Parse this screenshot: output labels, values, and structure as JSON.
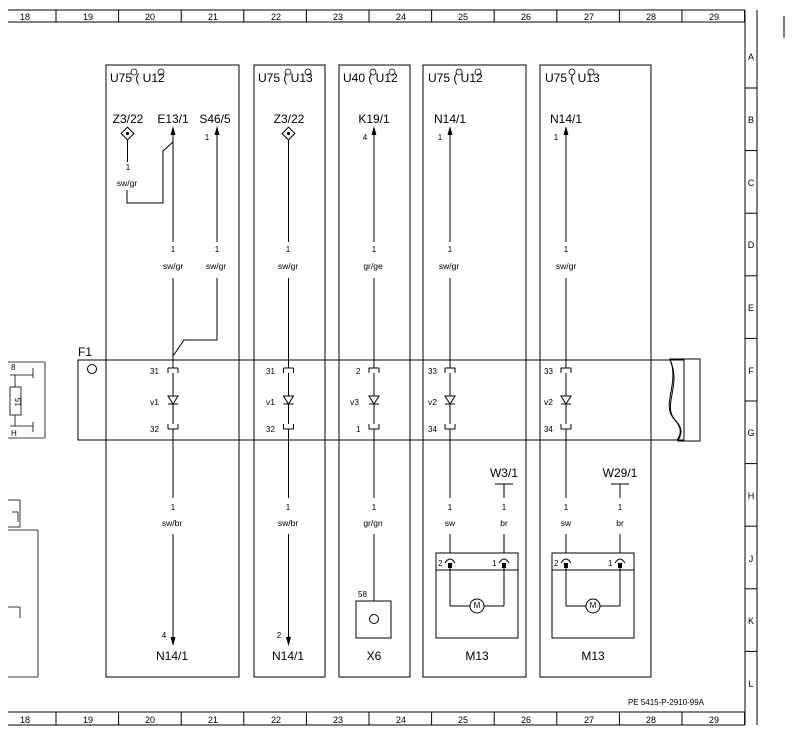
{
  "columns": [
    "18",
    "19",
    "20",
    "21",
    "22",
    "23",
    "24",
    "25",
    "26",
    "27",
    "28",
    "29"
  ],
  "rows": [
    "A",
    "B",
    "C",
    "D",
    "E",
    "F",
    "G",
    "H",
    "J",
    "K",
    "L"
  ],
  "doc_id": "PE 5415-P-2910-99A",
  "bus": {
    "label": "F1"
  },
  "side_part": {
    "pin_top": "8",
    "pin_bottom": "H",
    "fuse": "15"
  },
  "modules": [
    {
      "name": "U75 ( U12"
    },
    {
      "name": "U75 ( U13"
    },
    {
      "name": "U40 ( U12"
    },
    {
      "name": "U75 ( U12"
    },
    {
      "name": "U75 ( U13"
    }
  ],
  "top_labels": [
    "Z3/22",
    "E13/1",
    "S46/5",
    "Z3/22",
    "K19/1",
    "N14/1",
    "N14/1"
  ],
  "top_pins": [
    "1",
    "1",
    "4",
    "1",
    "1"
  ],
  "wires_upper": [
    {
      "num": "1",
      "color": "sw/gr"
    },
    {
      "num": "1",
      "color": "sw/gr"
    },
    {
      "num": "1",
      "color": "sw/gr"
    },
    {
      "num": "1",
      "color": "sw/gr"
    },
    {
      "num": "1",
      "color": "gr/ge"
    },
    {
      "num": "1",
      "color": "sw/gr"
    },
    {
      "num": "1",
      "color": "sw/gr"
    }
  ],
  "connectors": [
    {
      "top": "31",
      "diode": "v1",
      "bottom": "32"
    },
    {
      "top": "31",
      "diode": "v1",
      "bottom": "32"
    },
    {
      "top": "2",
      "diode": "v3",
      "bottom": "1"
    },
    {
      "top": "33",
      "diode": "v2",
      "bottom": "34"
    },
    {
      "top": "33",
      "diode": "v2",
      "bottom": "34"
    }
  ],
  "wires_lower": [
    {
      "num": "1",
      "color": "sw/br"
    },
    {
      "num": "1",
      "color": "sw/br"
    },
    {
      "num": "1",
      "color": "gr/gn"
    },
    {
      "num": "1",
      "color": "sw"
    },
    {
      "num": "1",
      "color": "br"
    },
    {
      "num": "1",
      "color": "sw"
    },
    {
      "num": "1",
      "color": "br"
    }
  ],
  "grounds": [
    "W3/1",
    "W29/1"
  ],
  "motor_pins": [
    "2",
    "1",
    "2",
    "1"
  ],
  "motor_symbol": "M",
  "x6_pin": "58",
  "bottom_pins": [
    "4",
    "2"
  ],
  "bottom_labels": [
    "N14/1",
    "N14/1",
    "X6",
    "M13",
    "M13"
  ]
}
